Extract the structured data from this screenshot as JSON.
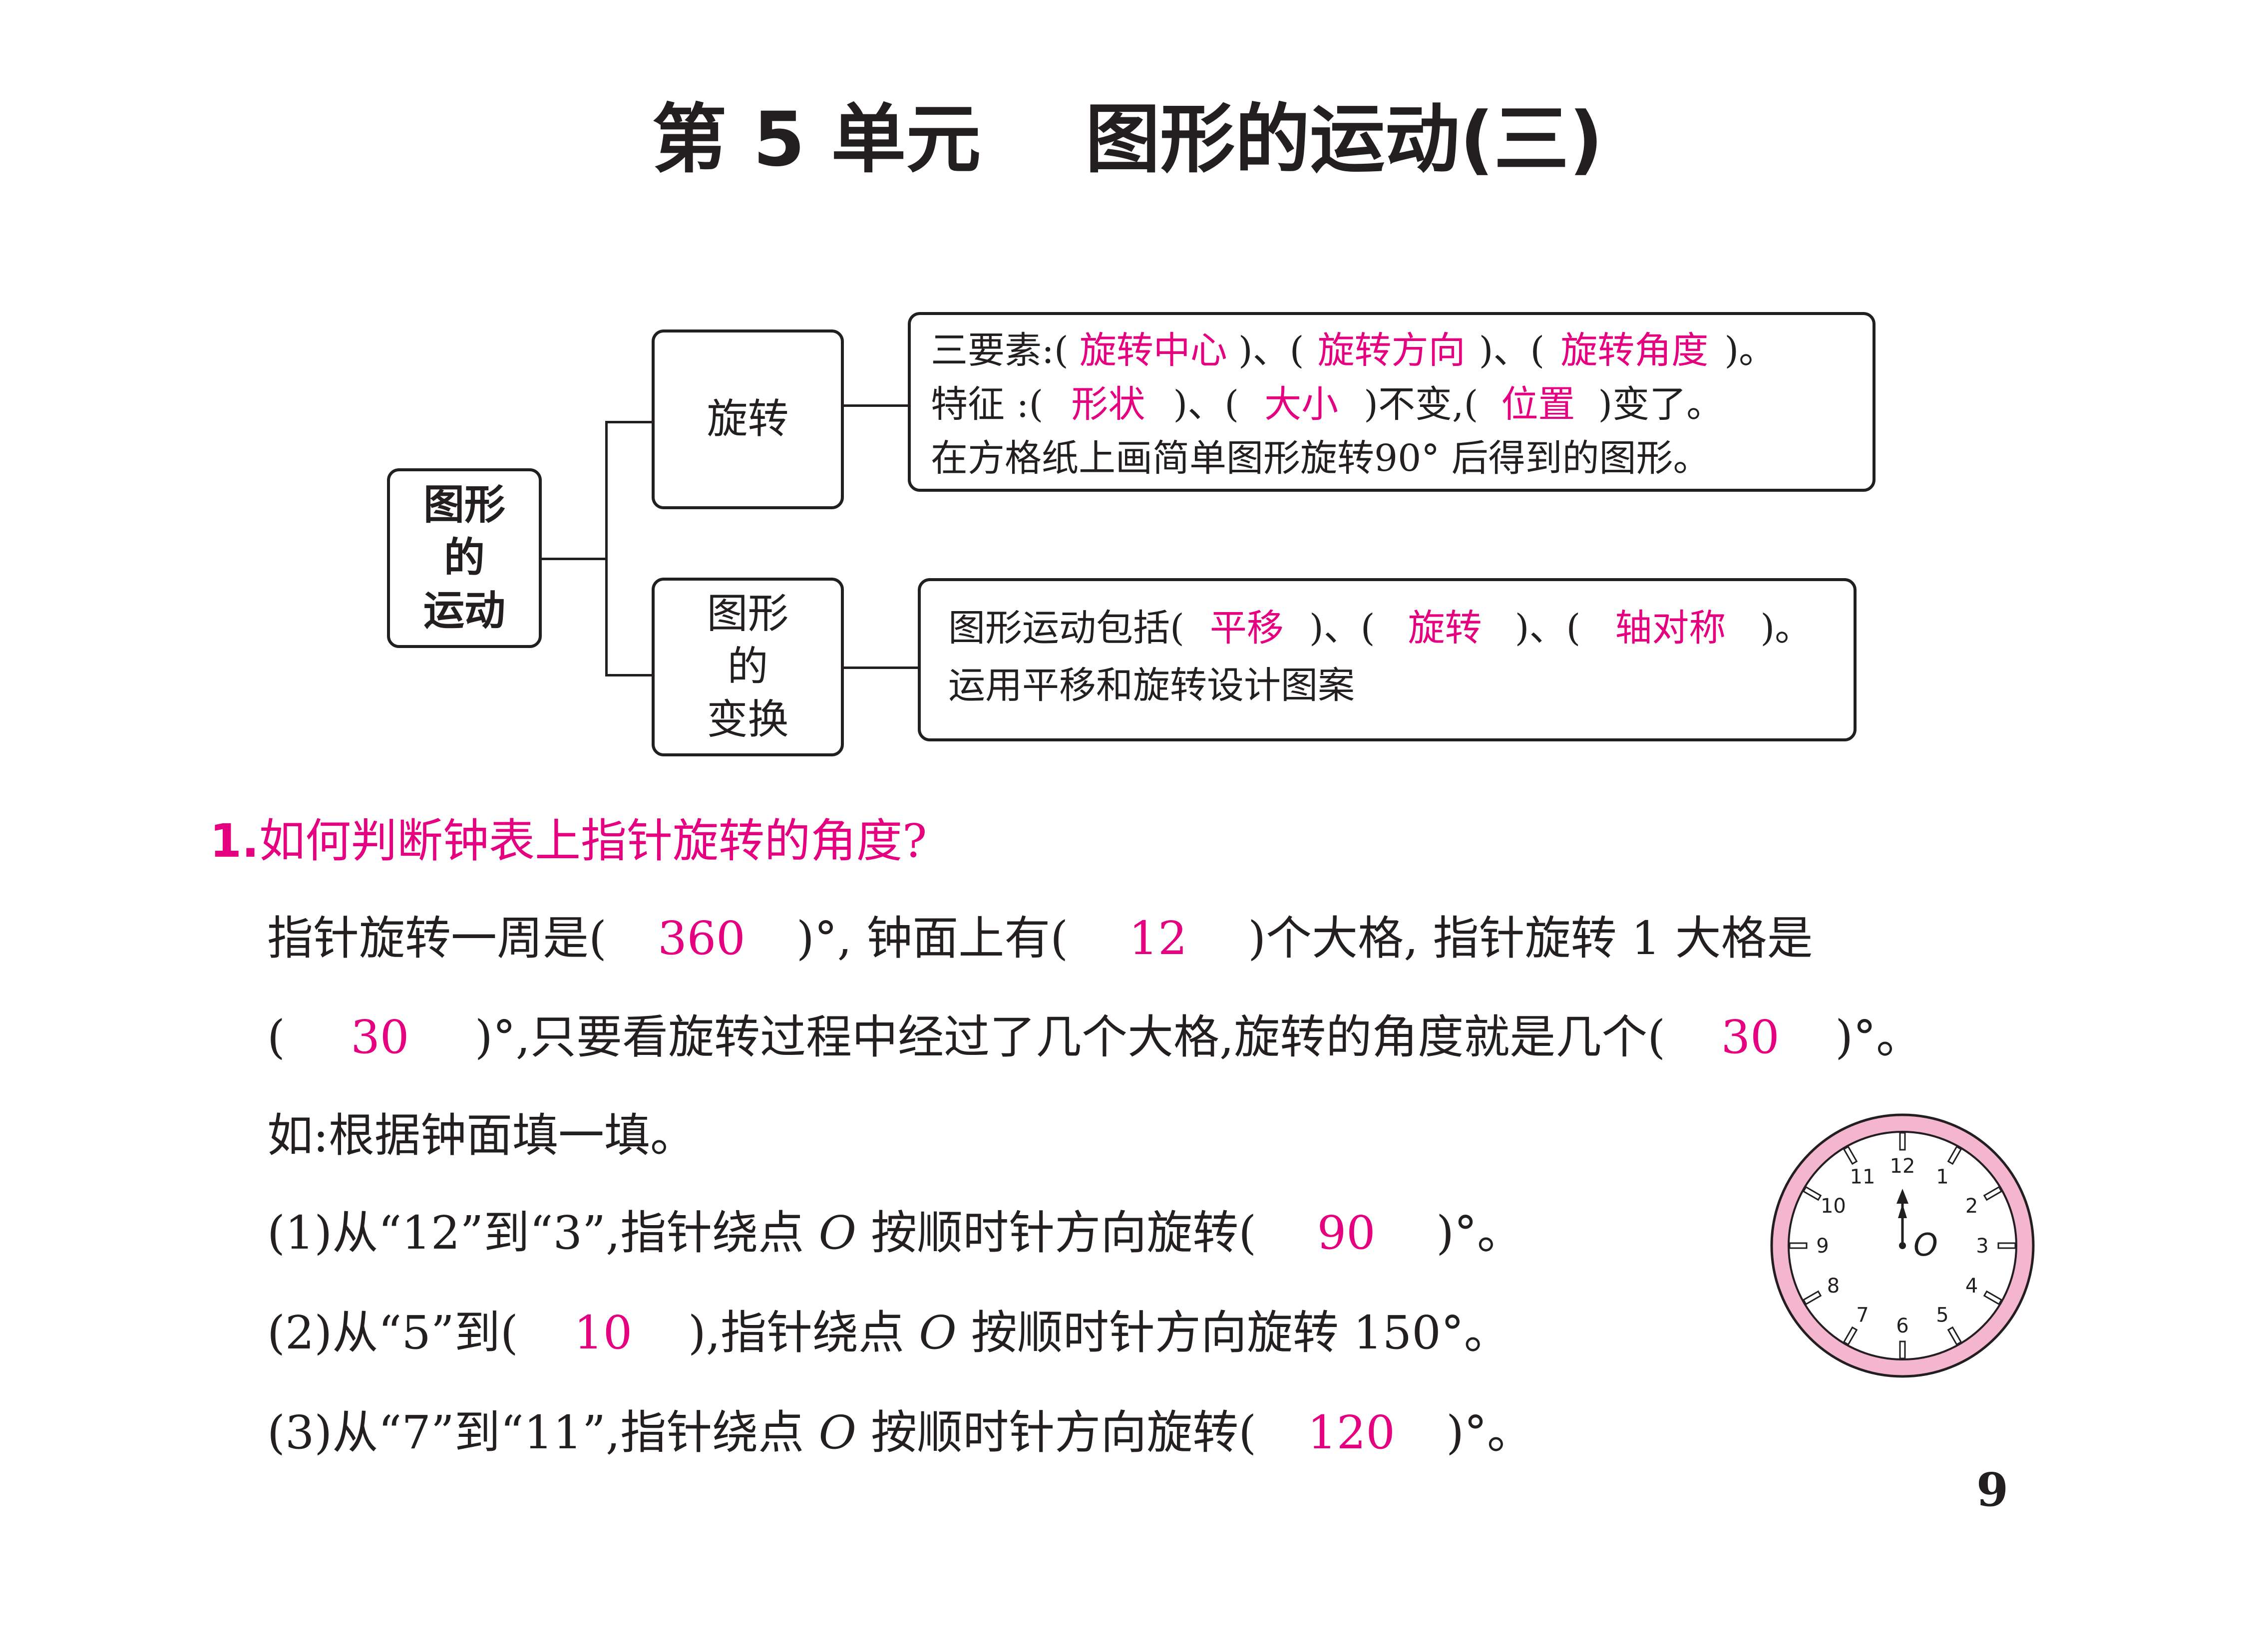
{
  "title": "第 5 单元    图形的运动(三)",
  "concept_map": {
    "root": "图形\n的\n运动",
    "branch_rotation": {
      "label": "旋转",
      "line1": {
        "p1": "三要素:(",
        "a1": "旋转中心",
        "p2": ")、(",
        "a2": "旋转方向",
        "p3": ")、(",
        "a3": "旋转角度",
        "p4": ")。"
      },
      "line2": {
        "p1": "特征 :(",
        "a1": "形状",
        "p2": ")、(",
        "a2": "大小",
        "p3": ")不变,(",
        "a3": "位置",
        "p4": ")变了。"
      },
      "line3": "在方格纸上画简单图形旋转90° 后得到的图形。"
    },
    "branch_transform": {
      "label": "图形\n的\n变换",
      "line1": {
        "p1": "图形运动包括(",
        "a1": "平移",
        "p2": ")、(",
        "a2": "旋转",
        "p3": ")、(",
        "a3": "轴对称",
        "p4": ")。"
      },
      "line2": "运用平移和旋转设计图案"
    }
  },
  "question": {
    "number": "1",
    "dot": ".",
    "prompt": "如何判断钟表上指针旋转的角度?",
    "para1": {
      "p1": "指针旋转一周是(",
      "a1": "360",
      "p2": ")°, 钟面上有(",
      "a2": "12",
      "p3": ")个大格, 指针旋转 1 大格是"
    },
    "para2": {
      "p1": "(",
      "a1": "30",
      "p2": ")°,只要看旋转过程中经过了几个大格,旋转的角度就是几个(",
      "a2": "30",
      "p3": ")°。"
    },
    "example": "如:根据钟面填一填。",
    "items": [
      {
        "p1": "(1)从“12”到“3”,指针绕点",
        "o": "O",
        "p2": "按顺时针方向旋转(",
        "ans": "90",
        "p3": ")°。"
      },
      {
        "p1": "(2)从“5”到(",
        "ans": "10",
        "p2": "),指针绕点",
        "o": "O",
        "p3": "按顺时针方向旋转 150°。"
      },
      {
        "p1": "(3)从“7”到“11”,指针绕点",
        "o": "O",
        "p2": "按顺时针方向旋转(",
        "ans": "120",
        "p3": ")°。"
      }
    ]
  },
  "clock": {
    "numbers": [
      "12",
      "1",
      "2",
      "3",
      "4",
      "5",
      "6",
      "7",
      "8",
      "9",
      "10",
      "11"
    ],
    "center_label": "O",
    "rim_color": "#f4b6cf"
  },
  "page_number": "9"
}
